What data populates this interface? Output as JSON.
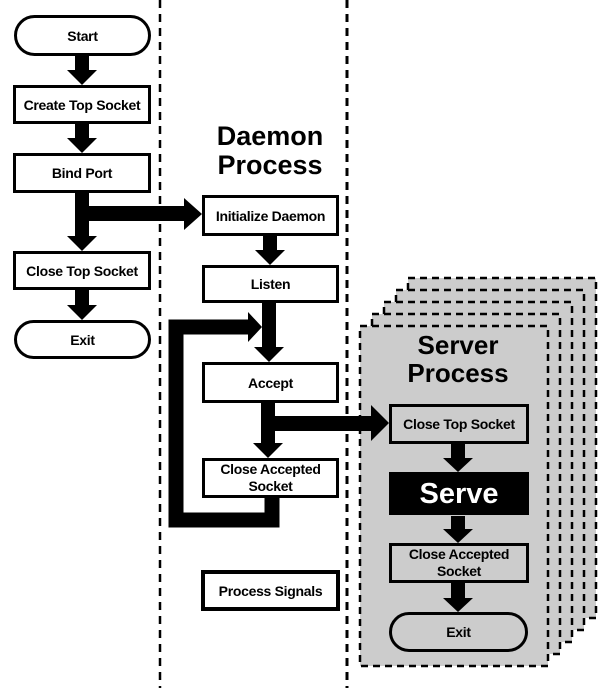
{
  "colors": {
    "background": "#ffffff",
    "panel_fill": "#cccccc",
    "line": "#000000",
    "serve_fill": "#000000",
    "serve_text": "#ffffff"
  },
  "main_flow": {
    "start": "Start",
    "create_top_socket": "Create Top Socket",
    "bind_port": "Bind Port",
    "close_top_socket": "Close Top Socket",
    "exit": "Exit"
  },
  "daemon_process": {
    "title_line1": "Daemon",
    "title_line2": "Process",
    "initialize_daemon": "Initialize Daemon",
    "listen": "Listen",
    "accept": "Accept",
    "close_accepted_socket": "Close Accepted Socket",
    "process_signals": "Process Signals"
  },
  "server_process": {
    "title_line1": "Server",
    "title_line2": "Process",
    "panel_count": 5,
    "close_top_socket": "Close Top Socket",
    "serve": "Serve",
    "close_accepted_socket": "Close Accepted Socket",
    "exit": "Exit"
  }
}
